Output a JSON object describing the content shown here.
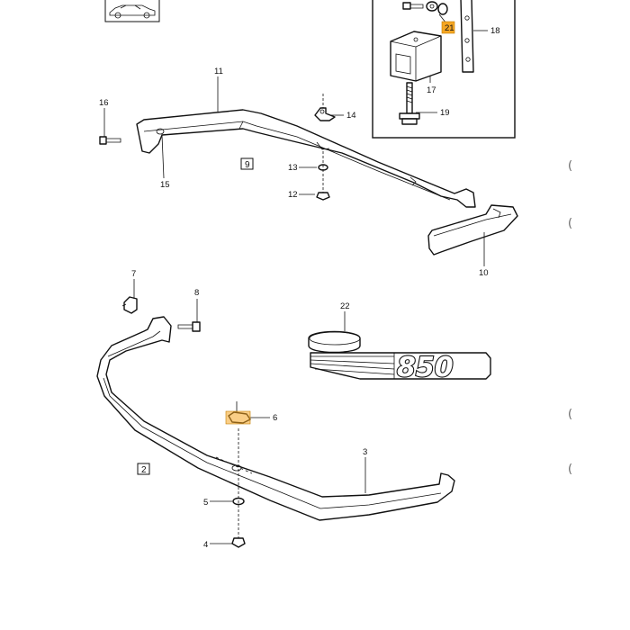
{
  "callouts": {
    "c2": "2",
    "c3": "3",
    "c4": "4",
    "c5": "5",
    "c6": "6",
    "c7": "7",
    "c8": "8",
    "c9": "9",
    "c10": "10",
    "c11": "11",
    "c12": "12",
    "c13": "13",
    "c14": "14",
    "c15": "15",
    "c16": "16",
    "c17": "17",
    "c18": "18",
    "c19": "19",
    "c21": "21",
    "c22": "22"
  },
  "emblem": {
    "text": "850"
  },
  "highlight_color": "#f5a623",
  "margin_marks": [
    "(",
    "(",
    "(",
    "("
  ]
}
